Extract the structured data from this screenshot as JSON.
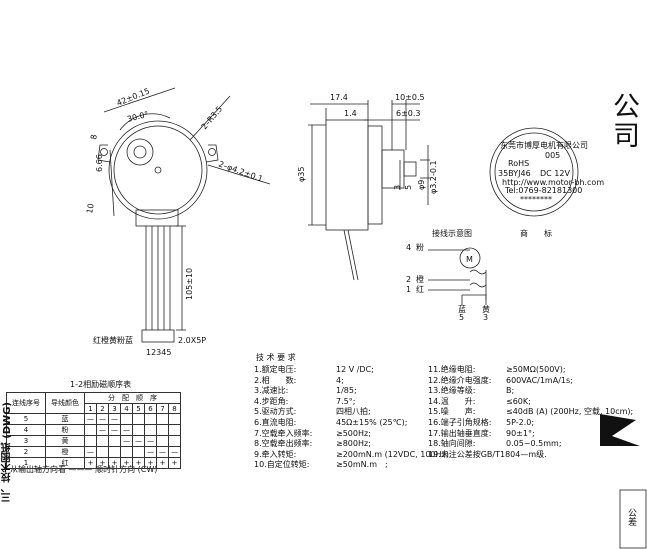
{
  "dims": {
    "d42": "42±0.15",
    "d30": "30.0°",
    "r35": "2–R3.5",
    "h42": "2–φ4.2±0.1",
    "d8": "8",
    "d10": "10",
    "d66": "6.66",
    "lead": "105±10",
    "conn": "2.0X5P",
    "pins": "12345",
    "wire_label": "红橙黄粉蓝",
    "d174": "17.4",
    "d105": "10±0.5",
    "d14": "1.4",
    "d603": "6±0.3",
    "phi35": "φ35",
    "d3": "3",
    "d5": "5",
    "phi9": "φ9",
    "phi3": "φ3.2-0.1"
  },
  "wiring": {
    "title": "接线示意图",
    "p4": "4",
    "p4c": "粉",
    "p2": "2",
    "p2c": "橙",
    "p1": "1",
    "p1c": "红",
    "m": "M",
    "b5": "蓝",
    "b5n": "5",
    "b3": "黄",
    "b3n": "3"
  },
  "trademark": {
    "title": "商　　标",
    "ring": "东莞市博厚电机有限公司",
    "model": "35BYJ46",
    "volt": "DC 12V",
    "rohs": "RoHS",
    "num": "005",
    "tel": "Tel:0769-82181300",
    "url": "http://www.motor-bh.com",
    "stars": "********"
  },
  "spec": {
    "title": "技  术  要  求",
    "left": [
      {
        "k": "1.额定电压:",
        "v": "12 V /DC;"
      },
      {
        "k": "2.相　　数:",
        "v": "4;"
      },
      {
        "k": "3.减速比:",
        "v": "1/85;"
      },
      {
        "k": "4.步距角:",
        "v": "7.5°;"
      },
      {
        "k": "5.驱动方式:",
        "v": "四相八拍;"
      },
      {
        "k": "6.直流电阻:",
        "v": "45Ω±15% (25℃);"
      },
      {
        "k": "7.空载牵入频率:",
        "v": "≥500Hz;"
      },
      {
        "k": "8.空载牵出频率:",
        "v": "≥800Hz;"
      },
      {
        "k": "9.牵入转矩:",
        "v": "≥200mN.m (12VDC, 100Hz);"
      },
      {
        "k": "10.自定位转矩:",
        "v": "≥50mN.m　;"
      }
    ],
    "right": [
      {
        "k": "11.绝缘电阻:",
        "v": "≥50MΩ(500V);"
      },
      {
        "k": "12.绝缘介电强度:",
        "v": "600VAC/1mA/1s;"
      },
      {
        "k": "13.绝缘等级:",
        "v": "B;"
      },
      {
        "k": "14.温　　升:",
        "v": "≤60K;"
      },
      {
        "k": "15.噪　　声:",
        "v": "≤40dB (A) (200Hz, 空载, 10cm);"
      },
      {
        "k": "16.端子引角规格:",
        "v": "5P-2.0;"
      },
      {
        "k": "17.输出轴垂直度:",
        "v": "90±1°;"
      },
      {
        "k": "18.轴向间隙:",
        "v": "0.05~0.5mm;"
      },
      {
        "k": "19.未注公差按GB/T1804—m级.",
        "v": ""
      }
    ]
  },
  "seq": {
    "title": "1-2相励磁顺序表",
    "h1": "连线序号",
    "h2": "导线颜色",
    "h3": "分　配　顺　序",
    "cols": [
      "1",
      "2",
      "3",
      "4",
      "5",
      "6",
      "7",
      "8"
    ],
    "rows": [
      {
        "n": "5",
        "c": "蓝",
        "s": [
          "—",
          "—",
          "—",
          "",
          "",
          "",
          "",
          ""
        ]
      },
      {
        "n": "4",
        "c": "粉",
        "s": [
          "",
          "—",
          "—",
          "—",
          "",
          "",
          "",
          ""
        ]
      },
      {
        "n": "3",
        "c": "黄",
        "s": [
          "",
          "",
          "",
          "—",
          "—",
          "—",
          "",
          ""
        ]
      },
      {
        "n": "2",
        "c": "橙",
        "s": [
          "—",
          "",
          "",
          "",
          "",
          "—",
          "—",
          "—"
        ]
      },
      {
        "n": "1",
        "c": "红",
        "s": [
          "+",
          "+",
          "+",
          "+",
          "+",
          "+",
          "+",
          "+"
        ]
      }
    ],
    "note": "从输出轴方向看 ——— 顺时针方向 (CW)"
  },
  "company": "东莞市博厚电机有限公司",
  "left_title": "三、技术图纸 (DWG)",
  "gongcha": "公差"
}
